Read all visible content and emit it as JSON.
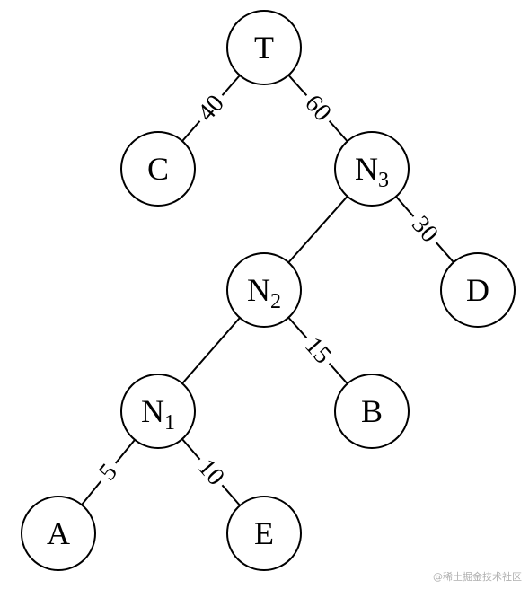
{
  "nodes": [
    {
      "id": "T",
      "label": "T",
      "sub": ""
    },
    {
      "id": "C",
      "label": "C",
      "sub": ""
    },
    {
      "id": "N3",
      "label": "N",
      "sub": "3"
    },
    {
      "id": "N2",
      "label": "N",
      "sub": "2"
    },
    {
      "id": "D",
      "label": "D",
      "sub": ""
    },
    {
      "id": "N1",
      "label": "N",
      "sub": "1"
    },
    {
      "id": "B",
      "label": "B",
      "sub": ""
    },
    {
      "id": "A",
      "label": "A",
      "sub": ""
    },
    {
      "id": "E",
      "label": "E",
      "sub": ""
    }
  ],
  "edges": [
    {
      "from": "T",
      "to": "C",
      "weight": "40"
    },
    {
      "from": "T",
      "to": "N3",
      "weight": "60"
    },
    {
      "from": "N3",
      "to": "N2",
      "weight": ""
    },
    {
      "from": "N3",
      "to": "D",
      "weight": "30"
    },
    {
      "from": "N2",
      "to": "N1",
      "weight": ""
    },
    {
      "from": "N2",
      "to": "B",
      "weight": "15"
    },
    {
      "from": "N1",
      "to": "A",
      "weight": "5"
    },
    {
      "from": "N1",
      "to": "E",
      "weight": "10"
    }
  ],
  "watermark": "@稀土掘金技术社区"
}
